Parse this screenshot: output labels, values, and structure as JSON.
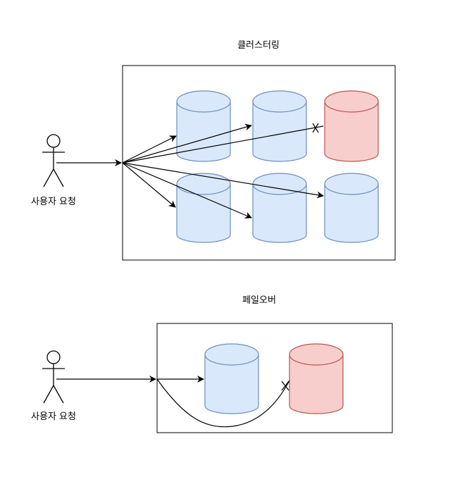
{
  "diagrams": {
    "clustering": {
      "title": "클러스터링",
      "actor_label": "사용자 요청"
    },
    "failover": {
      "title": "페일오버",
      "actor_label": "사용자 요청"
    }
  },
  "colors": {
    "blue_fill": "#dae8fc",
    "blue_stroke": "#6c8ebf",
    "red_fill": "#f8cecc",
    "red_stroke": "#b85450",
    "line": "#000000"
  }
}
